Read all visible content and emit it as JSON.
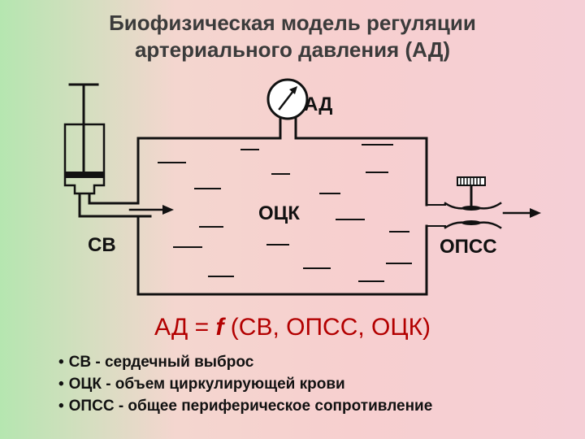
{
  "title": {
    "line1": "Биофизическая модель регуляции",
    "line2": "артериального давления (АД)"
  },
  "diagram": {
    "gauge_label": "АД",
    "inflow_label": "СВ",
    "volume_label": "ОЦК",
    "resistance_label": "ОПСС"
  },
  "formula": {
    "lhs": "АД = ",
    "fn": "f",
    "args": " (СВ, ОПСС, ОЦК)"
  },
  "bullets": [
    {
      "text": "СВ - сердечный выброс"
    },
    {
      "text": "ОЦК - объем циркулирующей крови"
    },
    {
      "text": "ОПСС - общее периферическое сопротивление"
    }
  ],
  "colors": {
    "formula": "#b30000",
    "title": "#3b3b3b",
    "lines": "#111111"
  }
}
